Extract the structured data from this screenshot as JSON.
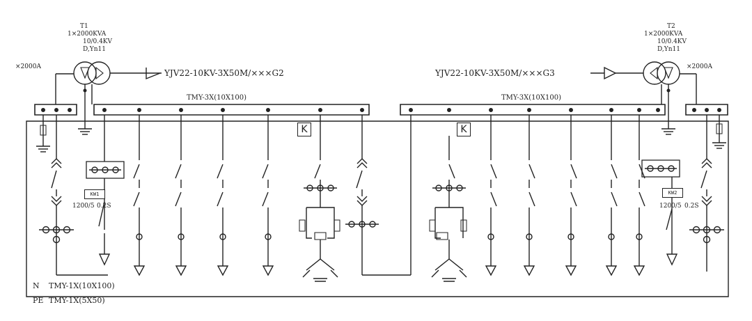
{
  "left": {
    "transformer_name": "T1",
    "transformer_rating": "1×2000KVA",
    "transformer_voltage": "10/0.4KV",
    "transformer_vector": "D,Yn11",
    "breaker_rating": "×2000A",
    "cable_label": "YJV22-10KV-3X50M/×××G2",
    "busbar_label": "TMY-3X(10X100)",
    "kw_box": "KW1",
    "ct_ratio": "1200/5",
    "ct_class": "0.2S",
    "k_box": "K"
  },
  "right": {
    "transformer_name": "T2",
    "transformer_rating": "1×2000KVA",
    "transformer_voltage": "10/0.4KV",
    "transformer_vector": "D,Yn11",
    "breaker_rating": "×2000A",
    "cable_label": "YJV22-10KV-3X50M/×××G3",
    "busbar_label": "TMY-3X(10X100)",
    "kw_box": "KW2",
    "ct_ratio": "1200/5",
    "ct_class": "0.2S",
    "k_box": "K"
  },
  "bottom": {
    "n_label": "N",
    "n_bus": "TMY-1X(10X100)",
    "pe_label": "PE",
    "pe_bus": "TMY-1X(5X50)"
  }
}
